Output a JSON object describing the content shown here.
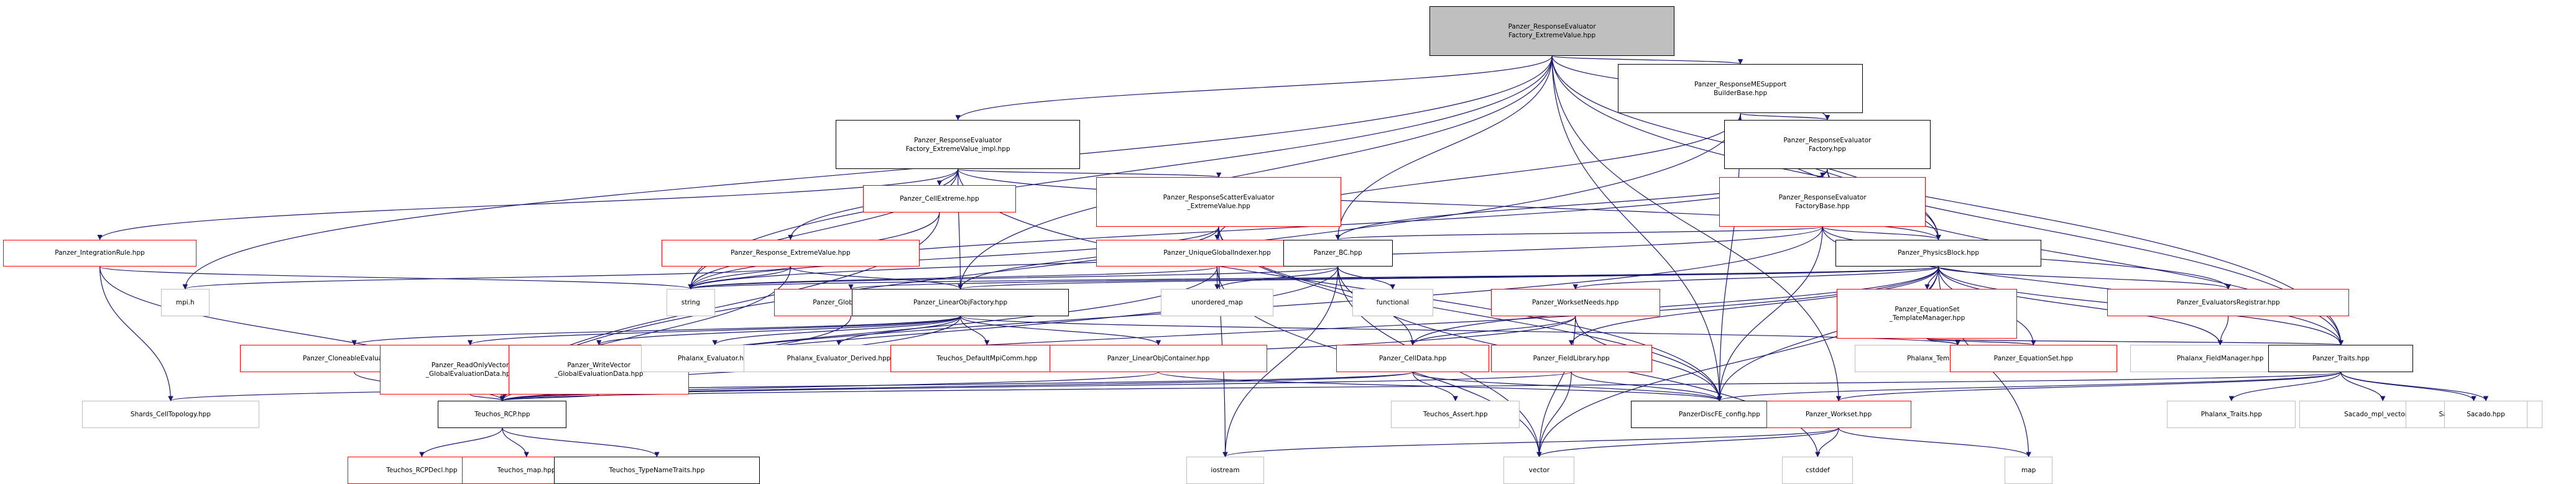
{
  "nodes": {
    "root": [
      "Panzer_ResponseEvaluator",
      "Factory_ExtremeValue.hpp"
    ],
    "me_support": [
      "Panzer_ResponseMESupport",
      "BuilderBase.hpp"
    ],
    "rev_impl": [
      "Panzer_ResponseEvaluator",
      "Factory_ExtremeValue_impl.hpp"
    ],
    "rev_factory": [
      "Panzer_ResponseEvaluator",
      "Factory.hpp"
    ],
    "scatter": [
      "Panzer_ResponseScatterEvaluator",
      "_ExtremeValue.hpp"
    ],
    "rev_factory_base": [
      "Panzer_ResponseEvaluator",
      "FactoryBase.hpp"
    ],
    "cell_extreme": [
      "Panzer_CellExtreme.hpp"
    ],
    "integration_rule": [
      "Panzer_IntegrationRule.hpp"
    ],
    "response_extreme": [
      "Panzer_Response_ExtremeValue.hpp"
    ],
    "unique_gi": [
      "Panzer_UniqueGlobalIndexer.hpp"
    ],
    "bc": [
      "Panzer_BC.hpp"
    ],
    "physics_block": [
      "Panzer_PhysicsBlock.hpp"
    ],
    "mpi": [
      "mpi.h"
    ],
    "string": [
      "string"
    ],
    "global_data": [
      "Panzer_GlobalData.hpp"
    ],
    "linear_obj_factory": [
      "Panzer_LinearObjFactory.hpp"
    ],
    "unordered_map": [
      "unordered_map"
    ],
    "functional": [
      "functional"
    ],
    "workset_needs": [
      "Panzer_WorksetNeeds.hpp"
    ],
    "eqset_tm": [
      "Panzer_EquationSet",
      "_TemplateManager.hpp"
    ],
    "eval_registrar": [
      "Panzer_EvaluatorsRegistrar.hpp"
    ],
    "cloneable": [
      "Panzer_CloneableEvaluator.hpp"
    ],
    "read_only": [
      "Panzer_ReadOnlyVector",
      "_GlobalEvaluationData.hpp"
    ],
    "write_vector": [
      "Panzer_WriteVector",
      "_GlobalEvaluationData.hpp"
    ],
    "phalanx_eval": [
      "Phalanx_Evaluator.hpp"
    ],
    "phalanx_eval_derived": [
      "Phalanx_Evaluator_Derived.hpp"
    ],
    "default_mpi": [
      "Teuchos_DefaultMpiComm.hpp"
    ],
    "linear_obj_container": [
      "Panzer_LinearObjContainer.hpp"
    ],
    "cell_data": [
      "Panzer_CellData.hpp"
    ],
    "field_library": [
      "Panzer_FieldLibrary.hpp"
    ],
    "phalanx_tm": [
      "Phalanx_TemplateManager.hpp"
    ],
    "equation_set": [
      "Panzer_EquationSet.hpp"
    ],
    "phalanx_fm": [
      "Phalanx_FieldManager.hpp"
    ],
    "traits": [
      "Panzer_Traits.hpp"
    ],
    "shards": [
      "Shards_CellTopology.hpp"
    ],
    "rcp": [
      "Teuchos_RCP.hpp"
    ],
    "teuchos_assert": [
      "Teuchos_Assert.hpp"
    ],
    "config": [
      "PanzerDiscFE_config.hpp"
    ],
    "workset": [
      "Panzer_Workset.hpp"
    ],
    "phalanx_traits": [
      "Phalanx_Traits.hpp"
    ],
    "sacado_vector": [
      "Sacado_mpl_vector.hpp"
    ],
    "sacado_find": [
      "Sacado_mpl_find.hpp"
    ],
    "sacado": [
      "Sacado.hpp"
    ],
    "rcp_decl": [
      "Teuchos_RCPDecl.hpp"
    ],
    "teuchos_map": [
      "Teuchos_map.hpp"
    ],
    "type_name": [
      "Teuchos_TypeNameTraits.hpp"
    ],
    "iostream": [
      "iostream"
    ],
    "vector": [
      "vector"
    ],
    "cstddef": [
      "cstddef"
    ],
    "map": [
      "map"
    ]
  },
  "colors": {
    "edge": "#191970",
    "root_fill": "#bfbfbf",
    "node_border_solid": "#000000",
    "node_border_red": "#ff0000",
    "node_border_gray": "#bfbfbf"
  }
}
